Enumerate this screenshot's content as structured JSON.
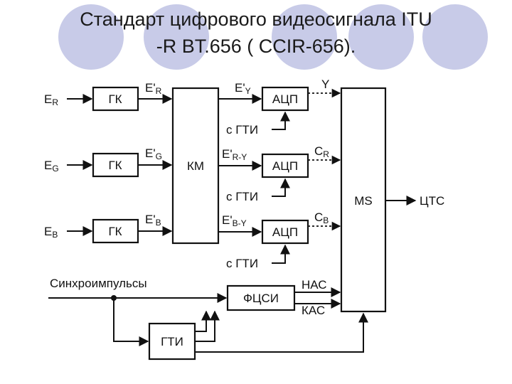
{
  "title": {
    "line1": "Стандарт цифрового видеосигнала ITU",
    "line2": "-R BT.656 ( CCIR-656)."
  },
  "colors": {
    "circle": "#c8cbe8",
    "ink": "#111111"
  },
  "inputs": {
    "r": {
      "main": "E",
      "sub": "R"
    },
    "g": {
      "main": "E",
      "sub": "G"
    },
    "b": {
      "main": "E",
      "sub": "B"
    }
  },
  "blocks": {
    "gk": "ГК",
    "km": "КМ",
    "adc": "АЦП",
    "ms": "MS",
    "fcsi": "ФЦСИ",
    "gti": "ГТИ"
  },
  "signals": {
    "er_prime": {
      "main": "E'",
      "sub": "R"
    },
    "eg_prime": {
      "main": "E'",
      "sub": "G"
    },
    "eb_prime": {
      "main": "E'",
      "sub": "B"
    },
    "ey_prime": {
      "main": "E'",
      "sub": "Y"
    },
    "ery_prime": {
      "main": "E'",
      "sub": "R-Y"
    },
    "eby_prime": {
      "main": "E'",
      "sub": "B-Y"
    },
    "y": "Y",
    "cr": {
      "main": "C",
      "sub": "R"
    },
    "cb": {
      "main": "C",
      "sub": "B"
    },
    "from_gti": "с ГТИ",
    "sync": "Синхроимпульсы",
    "nas": "НАС",
    "kas": "КАС",
    "output": "ЦТС"
  }
}
